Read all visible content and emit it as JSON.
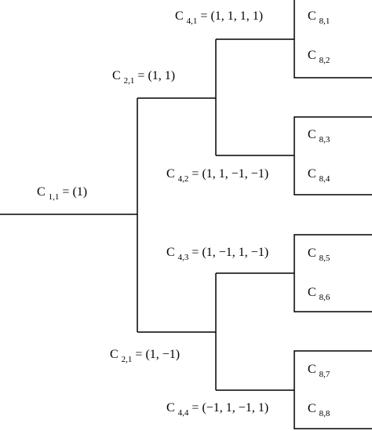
{
  "diagram": {
    "root": {
      "base": "C",
      "sub": "1,1",
      "value": " = (1)"
    },
    "level2": [
      {
        "base": "C",
        "sub": "2,1",
        "value": " = (1, 1)"
      },
      {
        "base": "C",
        "sub": "2,1",
        "value": " = (1, −1)"
      }
    ],
    "level4": [
      {
        "base": "C",
        "sub": "4,1",
        "value": " = (1, 1, 1, 1)"
      },
      {
        "base": "C",
        "sub": "4,2",
        "value": " = (1, 1, −1, −1)"
      },
      {
        "base": "C",
        "sub": "4,3",
        "value": " = (1, −1, 1, −1)"
      },
      {
        "base": "C",
        "sub": "4,4",
        "value": " = (−1, 1, −1, 1)"
      }
    ],
    "level8": [
      {
        "base": "C",
        "sub": "8,1"
      },
      {
        "base": "C",
        "sub": "8,2"
      },
      {
        "base": "C",
        "sub": "8,3"
      },
      {
        "base": "C",
        "sub": "8,4"
      },
      {
        "base": "C",
        "sub": "8,5"
      },
      {
        "base": "C",
        "sub": "8,6"
      },
      {
        "base": "C",
        "sub": "8,7"
      },
      {
        "base": "C",
        "sub": "8,8"
      }
    ]
  }
}
